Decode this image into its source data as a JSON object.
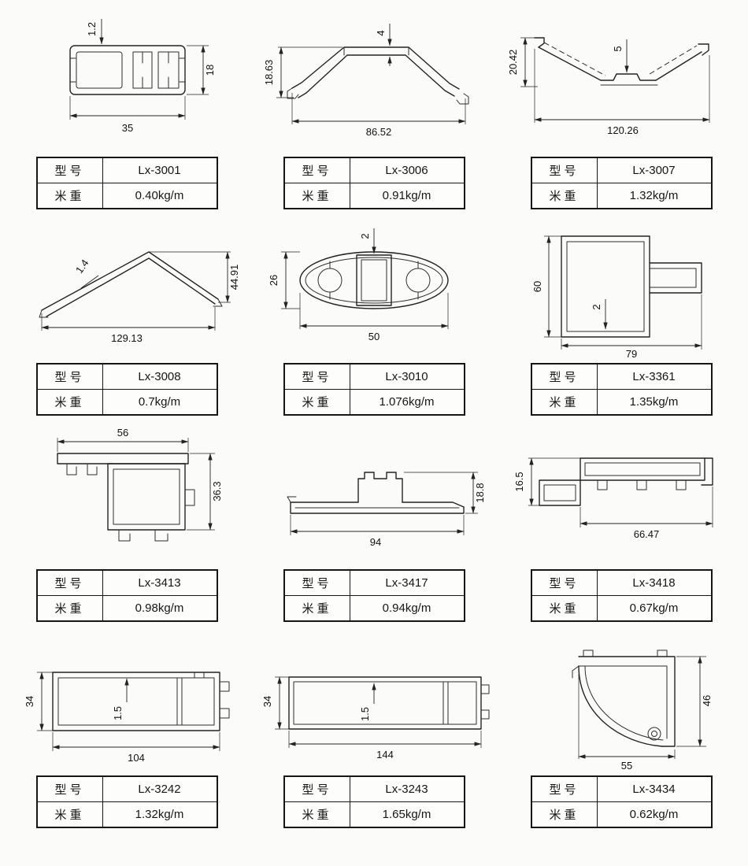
{
  "labels": {
    "model": "型号",
    "weight": "米重"
  },
  "ink": "#232323",
  "profiles": [
    {
      "id": "lx-3001",
      "model": "Lx-3001",
      "weight": "0.40kg/m",
      "dims": {
        "wall": "1.2",
        "height": "18",
        "width": "35"
      }
    },
    {
      "id": "lx-3006",
      "model": "Lx-3006",
      "weight": "0.91kg/m",
      "dims": {
        "wall": "4",
        "height": "18.63",
        "width": "86.52"
      }
    },
    {
      "id": "lx-3007",
      "model": "Lx-3007",
      "weight": "1.32kg/m",
      "dims": {
        "wall": "5",
        "height": "20.42",
        "width": "120.26"
      }
    },
    {
      "id": "lx-3008",
      "model": "Lx-3008",
      "weight": "0.7kg/m",
      "dims": {
        "wall": "1.4",
        "height": "44.91",
        "width": "129.13"
      }
    },
    {
      "id": "lx-3010",
      "model": "Lx-3010",
      "weight": "1.076kg/m",
      "dims": {
        "wall": "2",
        "height": "26",
        "width": "50"
      }
    },
    {
      "id": "lx-3361",
      "model": "Lx-3361",
      "weight": "1.35kg/m",
      "dims": {
        "wall": "2",
        "height": "60",
        "width": "79"
      }
    },
    {
      "id": "lx-3413",
      "model": "Lx-3413",
      "weight": "0.98kg/m",
      "dims": {
        "width": "56",
        "height": "36.3"
      }
    },
    {
      "id": "lx-3417",
      "model": "Lx-3417",
      "weight": "0.94kg/m",
      "dims": {
        "height": "18.8",
        "width": "94"
      }
    },
    {
      "id": "lx-3418",
      "model": "Lx-3418",
      "weight": "0.67kg/m",
      "dims": {
        "height": "16.5",
        "width": "66.47"
      }
    },
    {
      "id": "lx-3242",
      "model": "Lx-3242",
      "weight": "1.32kg/m",
      "dims": {
        "wall": "1.5",
        "height": "34",
        "width": "104"
      }
    },
    {
      "id": "lx-3243",
      "model": "Lx-3243",
      "weight": "1.65kg/m",
      "dims": {
        "wall": "1.5",
        "height": "34",
        "width": "144"
      }
    },
    {
      "id": "lx-3434",
      "model": "Lx-3434",
      "weight": "0.62kg/m",
      "dims": {
        "height": "46",
        "width": "55"
      }
    }
  ]
}
